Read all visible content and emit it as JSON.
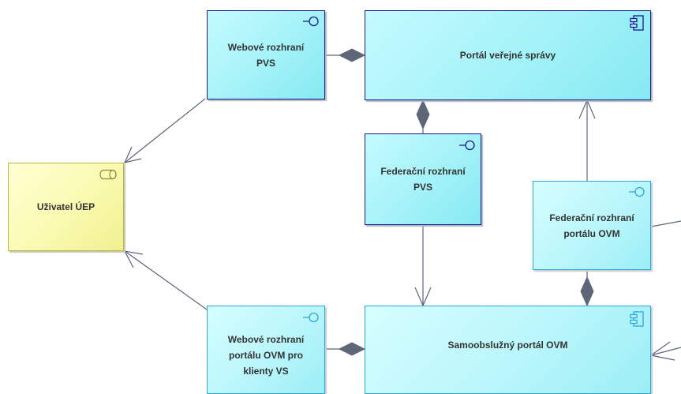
{
  "diagram": {
    "nodes": {
      "webove_pvs": {
        "label": "Webové rozhraní\nPVS",
        "kind": "interface",
        "icon": "interface-icon"
      },
      "portal_vs": {
        "label": "Portál veřejné správy",
        "kind": "component",
        "icon": "component-icon"
      },
      "uzivatel": {
        "label": "Uživatel ÚEP",
        "kind": "actor",
        "icon": "role-icon"
      },
      "federacni_pvs": {
        "label": "Federační rozhraní\nPVS",
        "kind": "interface",
        "icon": "interface-icon"
      },
      "federacni_ovm": {
        "label": "Federační rozhraní\nportálu OVM",
        "kind": "interface",
        "icon": "interface-icon"
      },
      "webove_ovm": {
        "label": "Webové rozhraní\nportálu OVM pro\nklienty VS",
        "kind": "interface",
        "icon": "interface-icon"
      },
      "samoobsluzny": {
        "label": "Samoobslužný portál OVM",
        "kind": "component",
        "icon": "component-icon"
      }
    },
    "connections": [
      {
        "from": "webove_pvs",
        "to": "portal_vs",
        "type": "composition"
      },
      {
        "from": "webove_pvs",
        "to": "uzivatel",
        "type": "association-arrow"
      },
      {
        "from": "portal_vs",
        "to": "federacni_pvs",
        "type": "composition"
      },
      {
        "from": "federacni_pvs",
        "to": "samoobsluzny",
        "type": "association-arrow"
      },
      {
        "from": "federacni_ovm",
        "to": "portal_vs",
        "type": "association-arrow"
      },
      {
        "from": "samoobsluzny",
        "to": "federacni_ovm",
        "type": "composition"
      },
      {
        "from": "webove_ovm",
        "to": "uzivatel",
        "type": "association-arrow"
      },
      {
        "from": "webove_ovm",
        "to": "samoobsluzny",
        "type": "composition"
      },
      {
        "from": "offscreen-right",
        "to": "federacni_ovm",
        "type": "line"
      },
      {
        "from": "offscreen-right",
        "to": "samoobsluzny",
        "type": "association-arrow"
      }
    ],
    "colors": {
      "node_fill_dark_border": "#a3f2f8",
      "node_border_dark": "#1b1b8c",
      "node_border_light": "#2fa6d9",
      "actor_fill": "#fafab0",
      "actor_border": "#b8b84a",
      "connector": "#5a6478",
      "diamond": "#5f6678",
      "label_text": "#333333"
    }
  }
}
